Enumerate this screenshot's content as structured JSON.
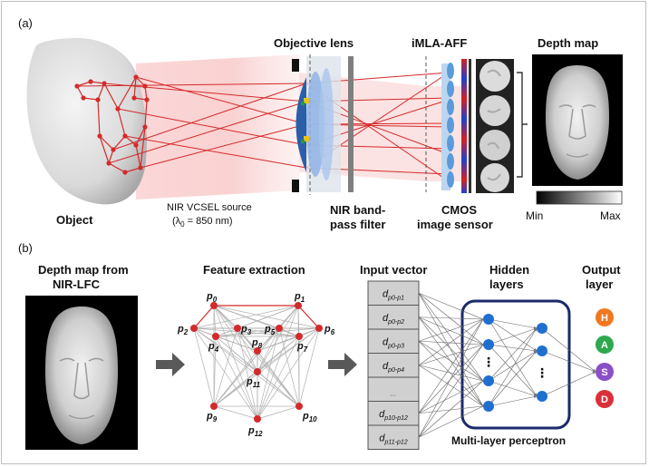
{
  "panel_a": {
    "tag": "(a)",
    "object_label": "Object",
    "source_line1": "NIR VCSEL source",
    "source_line2": "(λ",
    "source_sub": "0",
    "source_line2b": " = 850 nm)",
    "objective_lens": "Objective lens",
    "filter_line1": "NIR band-",
    "filter_line2": "pass filter",
    "imla": "iMLA-AFF",
    "cmos_line1": "CMOS",
    "cmos_line2": "image sensor",
    "depth_map": "Depth map",
    "min": "Min",
    "max": "Max"
  },
  "panel_b": {
    "tag": "(b)",
    "depth_title_1": "Depth map from",
    "depth_title_2": "NIR-LFC",
    "feature_title": "Feature extraction",
    "input_title": "Input vector",
    "hidden_title_1": "Hidden",
    "hidden_title_2": "layers",
    "output_title_1": "Output",
    "output_title_2": "layer",
    "mlp_label": "Multi-layer  perceptron",
    "points": [
      {
        "b": "p",
        "s": "0"
      },
      {
        "b": "p",
        "s": "1"
      },
      {
        "b": "p",
        "s": "2"
      },
      {
        "b": "p",
        "s": "3"
      },
      {
        "b": "p",
        "s": "4"
      },
      {
        "b": "p",
        "s": "5"
      },
      {
        "b": "p",
        "s": "6"
      },
      {
        "b": "p",
        "s": "7"
      },
      {
        "b": "p",
        "s": "8"
      },
      {
        "b": "p",
        "s": "9"
      },
      {
        "b": "p",
        "s": "10"
      },
      {
        "b": "p",
        "s": "11"
      },
      {
        "b": "p",
        "s": "12"
      }
    ],
    "inputs": [
      {
        "b": "d",
        "s": "p0-p1"
      },
      {
        "b": "d",
        "s": "p0-p2"
      },
      {
        "b": "d",
        "s": "p0-p3"
      },
      {
        "b": "d",
        "s": "p0-p4"
      },
      {
        "b": "",
        "s": "…"
      },
      {
        "b": "d",
        "s": "p10-p12"
      },
      {
        "b": "d",
        "s": "p11-p12"
      }
    ],
    "outputs": [
      {
        "letter": "H",
        "color": "#f07820"
      },
      {
        "letter": "A",
        "color": "#2fa84f"
      },
      {
        "letter": "S",
        "color": "#8a4fc6"
      },
      {
        "letter": "D",
        "color": "#d9303a"
      }
    ],
    "ellipsis": "⋮"
  }
}
